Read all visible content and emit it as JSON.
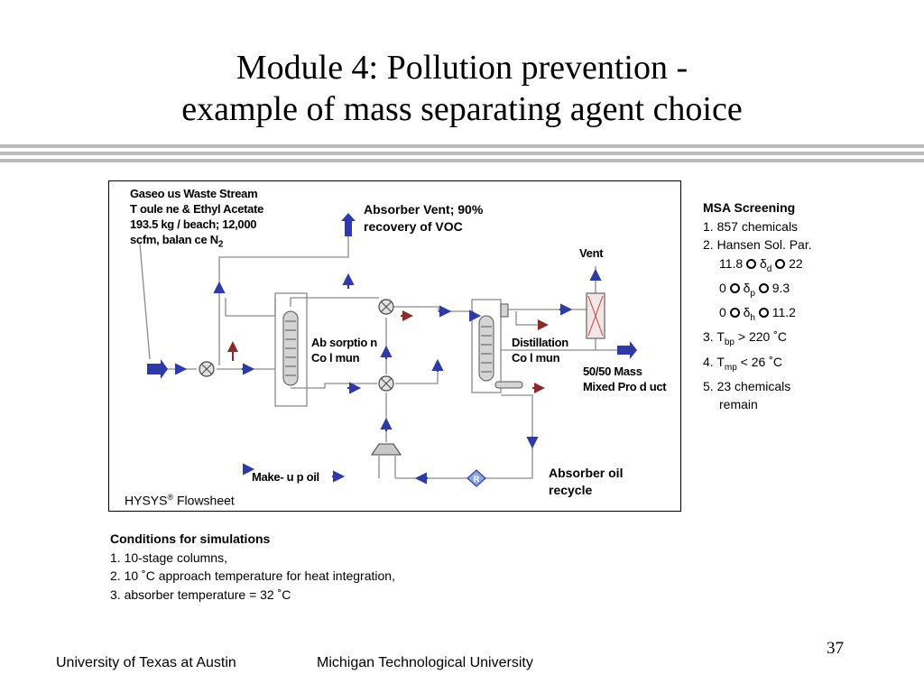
{
  "slide": {
    "title_line1": "Module 4:  Pollution prevention -",
    "title_line2": "example of mass separating agent choice",
    "page_number": "37"
  },
  "flowsheet": {
    "feed_label_line1": "Gaseo us Waste Stream",
    "feed_label_line2": "T oule ne & Ethyl Acetate",
    "feed_label_line3": "193.5 kg / beach; 12,000",
    "feed_label_line4": "scfm, balan ce N",
    "feed_label_sub": "2",
    "absorber_vent_line1": "Absorber Vent; 90%",
    "absorber_vent_line2": "recovery of VOC",
    "vent_label": "Vent",
    "absorption_col_line1": "Ab sorptio n",
    "absorption_col_line2": "Co l mun",
    "distillation_col_line1": "Distillation",
    "distillation_col_line2": "Co l mun",
    "product_line1": "50/50  Mass",
    "product_line2": "Mixed Pro d uct",
    "makeup_label": "Make- u p oil",
    "recycle_line1": "Absorber oil",
    "recycle_line2": "recycle",
    "recycle_block_symbol": "R",
    "hysys_label": "HYSYS",
    "hysys_reg": "®",
    "hysys_suffix": " Flowsheet"
  },
  "msa_screening": {
    "heading": "MSA Screening",
    "item1": "1. 857 chemicals",
    "item2": "2. Hansen Sol. Par.",
    "hansen_d_lo": "11.8",
    "hansen_d_sym": "δ",
    "hansen_d_sub": "d",
    "hansen_d_hi": "22",
    "hansen_p_lo": "0",
    "hansen_p_sym": "δ",
    "hansen_p_sub": "p",
    "hansen_p_hi": "9.3",
    "hansen_h_lo": "0",
    "hansen_h_sym": "δ",
    "hansen_h_sub": "h",
    "hansen_h_hi": "11.2",
    "item3_pre": "3. T",
    "item3_sub": "bp",
    "item3_post": " > 220 ˚C",
    "item4_pre": "4. T",
    "item4_sub": "mp",
    "item4_post": " < 26 ˚C",
    "item5_line1": "5. 23 chemicals",
    "item5_line2": "remain"
  },
  "conditions": {
    "heading": "Conditions for simulations",
    "item1": "1. 10-stage columns,",
    "item2": "2. 10 ˚C approach temperature for heat integration,",
    "item3": "3. absorber temperature = 32 ˚C"
  },
  "footer": {
    "left": "University of Texas at Austin",
    "right": "Michigan Technological University"
  },
  "colors": {
    "stream_blue": "#2e3aa8",
    "stream_red": "#8b2a2a",
    "equipment_gray": "#b0b0b0",
    "rule_gray": "#b9b9b9"
  },
  "icons": {
    "bullet": "open-circle-bullet",
    "heat_exchanger": "circle-x-icon",
    "column": "tray-column-icon",
    "mixer": "mixer-trapezoid-icon",
    "recycle": "recycle-diamond-icon",
    "vent_unit": "component-splitter-icon"
  }
}
